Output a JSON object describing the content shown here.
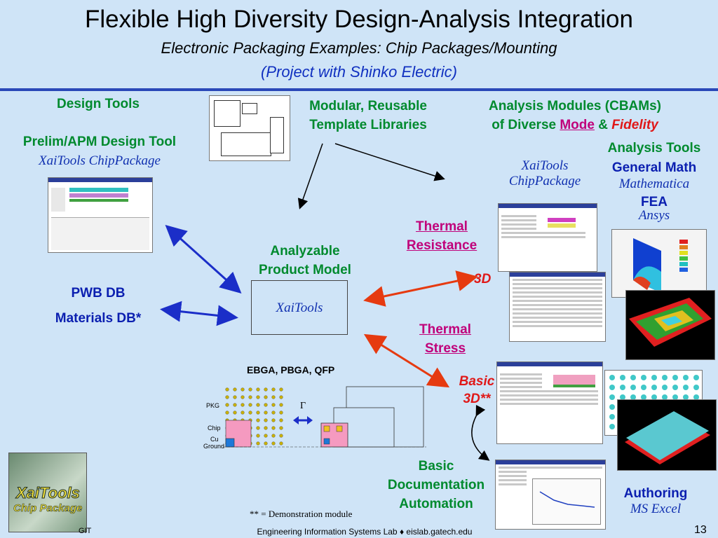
{
  "header": {
    "title": "Flexible High Diversity Design-Analysis Integration",
    "subtitle": "Electronic Packaging Examples: Chip Packages/Mounting",
    "project": "(Project with Shinko Electric)"
  },
  "left": {
    "design_tools": "Design Tools",
    "prelim_tool": "Prelim/APM Design Tool",
    "xaitools_chip": "XaiTools ChipPackage",
    "pwb_db": "PWB DB",
    "materials_db": "Materials DB*"
  },
  "center": {
    "modular_line1": "Modular, Reusable",
    "modular_line2": "Template Libraries",
    "apm_line1": "Analyzable",
    "apm_line2": "Product Model",
    "xaitools": "XaiTools",
    "ebga": "EBGA, PBGA, QFP",
    "pkg": "PKG",
    "chip": "Chip",
    "cu": "Cu",
    "ground": "Ground",
    "gamma": "Γ",
    "footnote": "** = Demonstration module"
  },
  "analysis": {
    "title_line1": "Analysis Modules (CBAMs)",
    "title_line2_prefix": "of Diverse",
    "mode": "Mode",
    "amp": "&",
    "fidelity": "Fidelity",
    "xaitools_line1": "XaiTools",
    "xaitools_line2": "ChipPackage",
    "analysis_tools": "Analysis Tools",
    "general_math": "General Math",
    "mathematica": "Mathematica",
    "fea": "FEA",
    "ansys": "Ansys",
    "thermal_resistance_1": "Thermal",
    "thermal_resistance_2": "Resistance",
    "three_d": "3D",
    "thermal_stress_1": "Thermal",
    "thermal_stress_2": "Stress",
    "basic": "Basic",
    "basic_3d": "3D**",
    "doc_1": "Basic",
    "doc_2": "Documentation",
    "doc_3": "Automation",
    "authoring": "Authoring",
    "ms_excel": "MS Excel"
  },
  "logo": {
    "line1": "XaiTools",
    "line2": "Chip Package"
  },
  "footer": {
    "left": "GIT",
    "center": "Engineering Information Systems Lab ♦ eislab.gatech.edu",
    "page": "13"
  },
  "colors": {
    "bg": "#cfe4f7",
    "rule": "#2a48b8",
    "green": "#008a2e",
    "blue": "#0b1fb0",
    "red": "#e01818",
    "magenta": "#c0007a",
    "arrow_blue": "#1b2ec8",
    "arrow_red": "#e63a10"
  }
}
